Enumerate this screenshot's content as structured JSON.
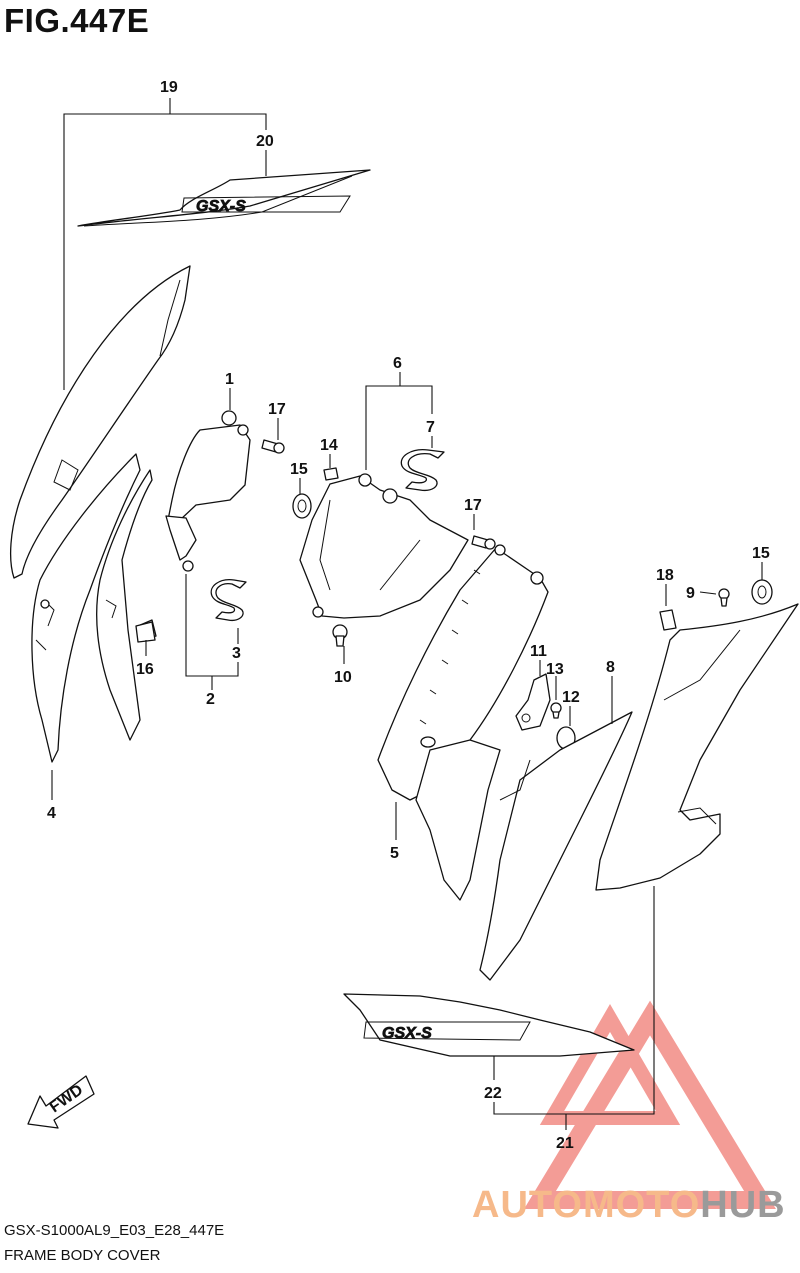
{
  "figure": {
    "title": "FIG.447E",
    "model_code": "GSX-S1000AL9_E03_E28_447E",
    "section_name": "FRAME BODY COVER"
  },
  "decal_text": {
    "emblem_upper": "GSX-S",
    "emblem_lower": "GSX-S",
    "fwd_arrow": "FWD"
  },
  "callouts": {
    "c1": "1",
    "c2": "2",
    "c3": "3",
    "c4": "4",
    "c5": "5",
    "c6": "6",
    "c7": "7",
    "c8": "8",
    "c9": "9",
    "c10": "10",
    "c11": "11",
    "c12": "12",
    "c13": "13",
    "c14": "14",
    "c15a": "15",
    "c15b": "15",
    "c16": "16",
    "c17a": "17",
    "c17b": "17",
    "c18": "18",
    "c19": "19",
    "c20": "20",
    "c21": "21",
    "c22": "22"
  },
  "watermark": {
    "word_part1": "AUTOMOTO",
    "word_part2": "HUB",
    "color_primary": "#f28b84",
    "color_text_a": "#f6b98a",
    "color_text_b": "#9a9a9a"
  }
}
